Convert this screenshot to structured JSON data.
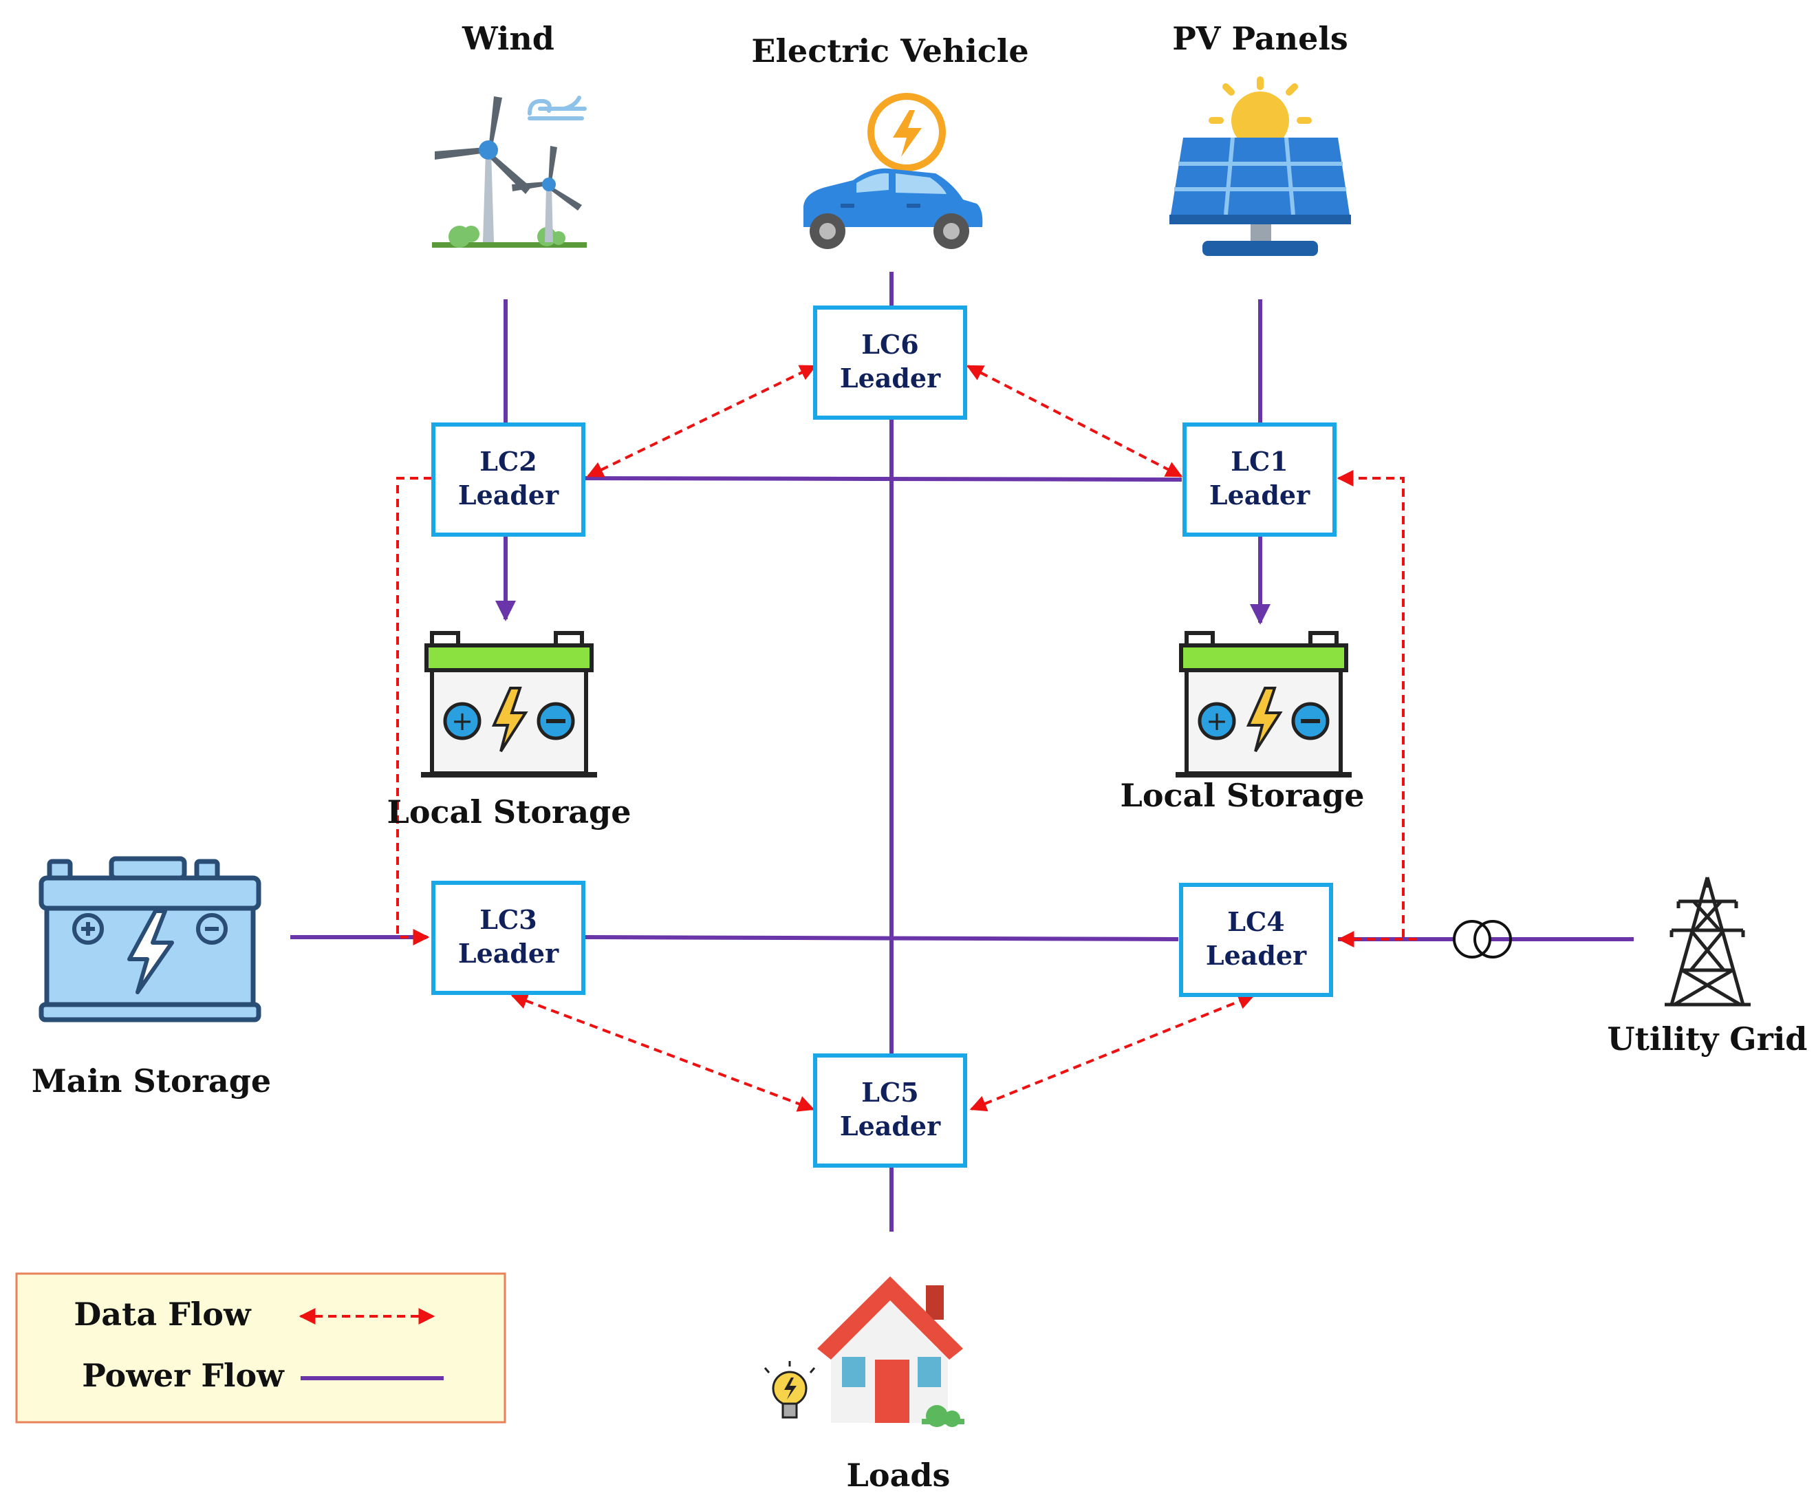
{
  "nodes": {
    "wind": "Wind",
    "ev": "Electric Vehicle",
    "pv": "PV Panels",
    "local_storage_left": "Local Storage",
    "local_storage_right": "Local Storage",
    "main_storage": "Main Storage",
    "utility_grid": "Utility Grid",
    "loads": "Loads"
  },
  "controllers": {
    "lc1": {
      "name": "LC1",
      "role": "Leader"
    },
    "lc2": {
      "name": "LC2",
      "role": "Leader"
    },
    "lc3": {
      "name": "LC3",
      "role": "Leader"
    },
    "lc4": {
      "name": "LC4",
      "role": "Leader"
    },
    "lc5": {
      "name": "LC5",
      "role": "Leader"
    },
    "lc6": {
      "name": "LC6",
      "role": "Leader"
    }
  },
  "legend": {
    "data_flow": "Data Flow",
    "power_flow": "Power Flow"
  },
  "colors": {
    "power_flow": "#6a35a8",
    "data_flow": "#ee1111",
    "controller_border": "#1aa7e8",
    "controller_text": "#10205a",
    "legend_bg": "#fdfbd8",
    "legend_border": "#e8825a"
  },
  "icons": [
    "wind-turbine-icon",
    "electric-car-icon",
    "solar-panel-icon",
    "battery-icon",
    "transformer-icon",
    "transmission-tower-icon",
    "house-icon",
    "light-bulb-icon"
  ]
}
